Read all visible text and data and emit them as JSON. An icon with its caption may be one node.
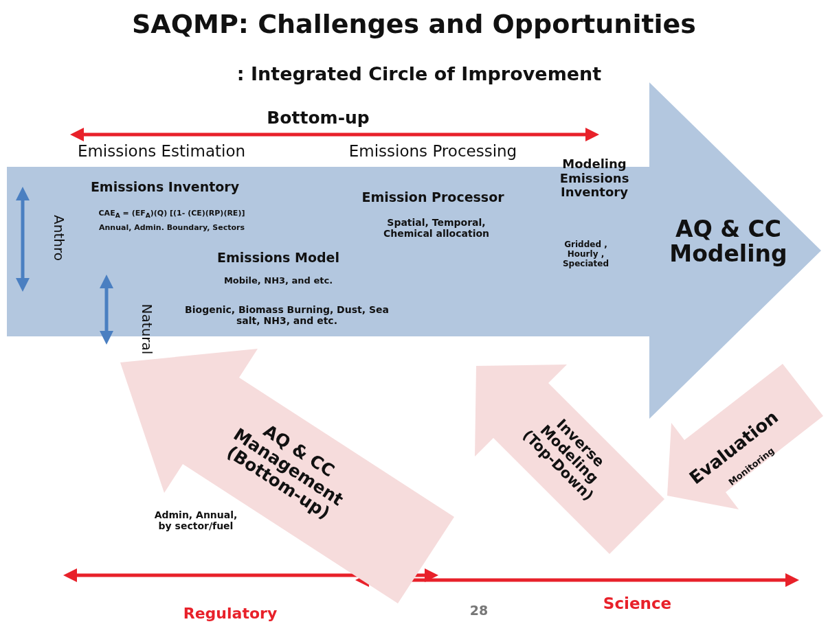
{
  "diagram": {
    "title": "SAQMP: Challenges and Opportunities",
    "nodes": [
      {
        "text": [
          "AQ & CC Modeling"
        ]
      },
      {
        "text": [
          "AQ & CC Management (Bottom-up)"
        ]
      },
      {
        "text": [
          "Inverse Modeling (Top-Down)"
        ]
      },
      {
        "text": [
          "Evaluation",
          "Monitoring"
        ]
      }
    ],
    "edges": [],
    "labels": [
      ": Integrated Circle of Improvement",
      "Bottom-up",
      "Emissions Estimation",
      "Emissions Processing",
      "Modeling Emissions Inventory",
      "Emissions Inventory",
      "CAE$_{A}$ = (EF$_{A}$)(Q) [(1- (CE)(RP)(RE)]",
      "Annual, Admin. Boundary, Sectors",
      "Emission Processor",
      "Anthro",
      "Spatial, Temporal, Chemical allocation",
      "Gridded , Hourly , Speciated",
      "Emissions Model",
      "Mobile, NH3, and etc.",
      "Natural",
      "Biogenic, Biomass Burning, Dust, Sea salt, NH3, and etc.",
      "Admin, Annual, by sector/fuel",
      "Regulatory",
      "28",
      "Science"
    ]
  }
}
